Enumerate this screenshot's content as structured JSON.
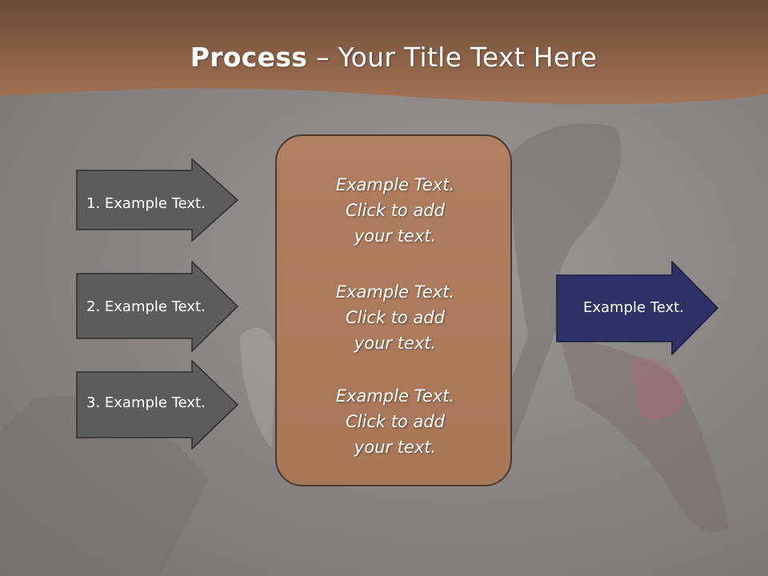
{
  "title": {
    "bold": "Process",
    "rest": " – Your Title Text Here"
  },
  "left_arrows": [
    {
      "label": "1. Example Text."
    },
    {
      "label": "2. Example Text."
    },
    {
      "label": "3. Example Text."
    }
  ],
  "center_box": {
    "paragraphs": [
      {
        "lines": [
          "Example Text.",
          "Click  to add",
          "your text."
        ]
      },
      {
        "lines": [
          "Example Text.",
          "Click  to add",
          "your text."
        ]
      },
      {
        "lines": [
          "Example Text.",
          "Click  to add",
          "your text."
        ]
      }
    ]
  },
  "right_arrow": {
    "label": "Example Text."
  },
  "colors": {
    "header_top": "#6a4a36",
    "header_bottom": "#a57455",
    "arrow_gray": "#5c5c5c",
    "arrow_navy": "#2f3266",
    "center_box": "#ac7a5b"
  }
}
